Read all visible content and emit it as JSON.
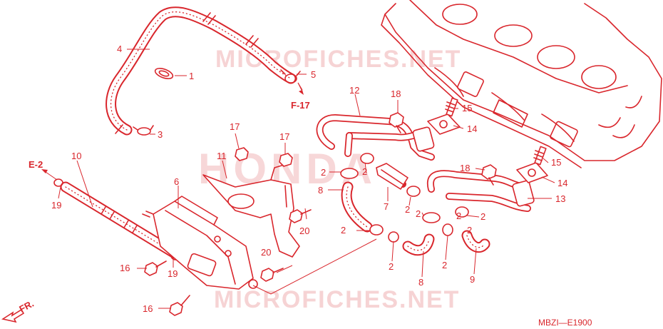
{
  "diagram": {
    "drawing_code": "MBZI—E1900",
    "watermarks": {
      "top": "MICROFICHES.NET",
      "bottom": "MICROFICHES.NET",
      "center": "HONDA"
    },
    "references": {
      "f17": "F-17",
      "e2": "E-2",
      "front": "FR."
    },
    "callouts": [
      "1",
      "2",
      "2",
      "2",
      "2",
      "2",
      "2",
      "2",
      "2",
      "2",
      "2",
      "3",
      "4",
      "5",
      "6",
      "7",
      "8",
      "8",
      "9",
      "10",
      "11",
      "12",
      "13",
      "14",
      "14",
      "15",
      "15",
      "16",
      "16",
      "17",
      "17",
      "18",
      "18",
      "19",
      "19",
      "20",
      "20"
    ],
    "accent_color": "#d9262c"
  }
}
